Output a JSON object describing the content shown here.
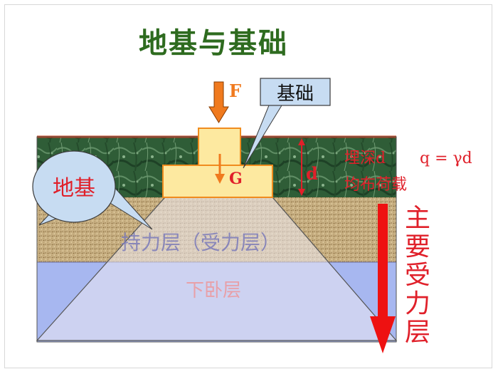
{
  "title": "地基与基础",
  "labels": {
    "force": "F",
    "foundation_callout": "基础",
    "self_weight": "G",
    "depth_symbol": "d",
    "subgrade_callout": "地基",
    "bearing_layer": "持力层（受力层）",
    "underlying_layer": "下卧层",
    "burial_depth": "埋深d",
    "load_formula": "q = γd",
    "uniform_load": "均布荷载",
    "main_stressed_layer": [
      "主",
      "要",
      "受",
      "力",
      "层"
    ]
  },
  "colors": {
    "title": "#2e6b1f",
    "force_arrow": "#f07a1e",
    "foundation": "#fde9a0",
    "foundation_border": "#f08c1e",
    "ground_surface": "#c8401a",
    "topsoil": "#2f5d37",
    "bearing_layer": "#c9b184",
    "underlying_layer": "#a7b7f0",
    "callout": "#c7dcf2",
    "red_text": "#e0202a",
    "main_arrow": "#ee1111"
  }
}
